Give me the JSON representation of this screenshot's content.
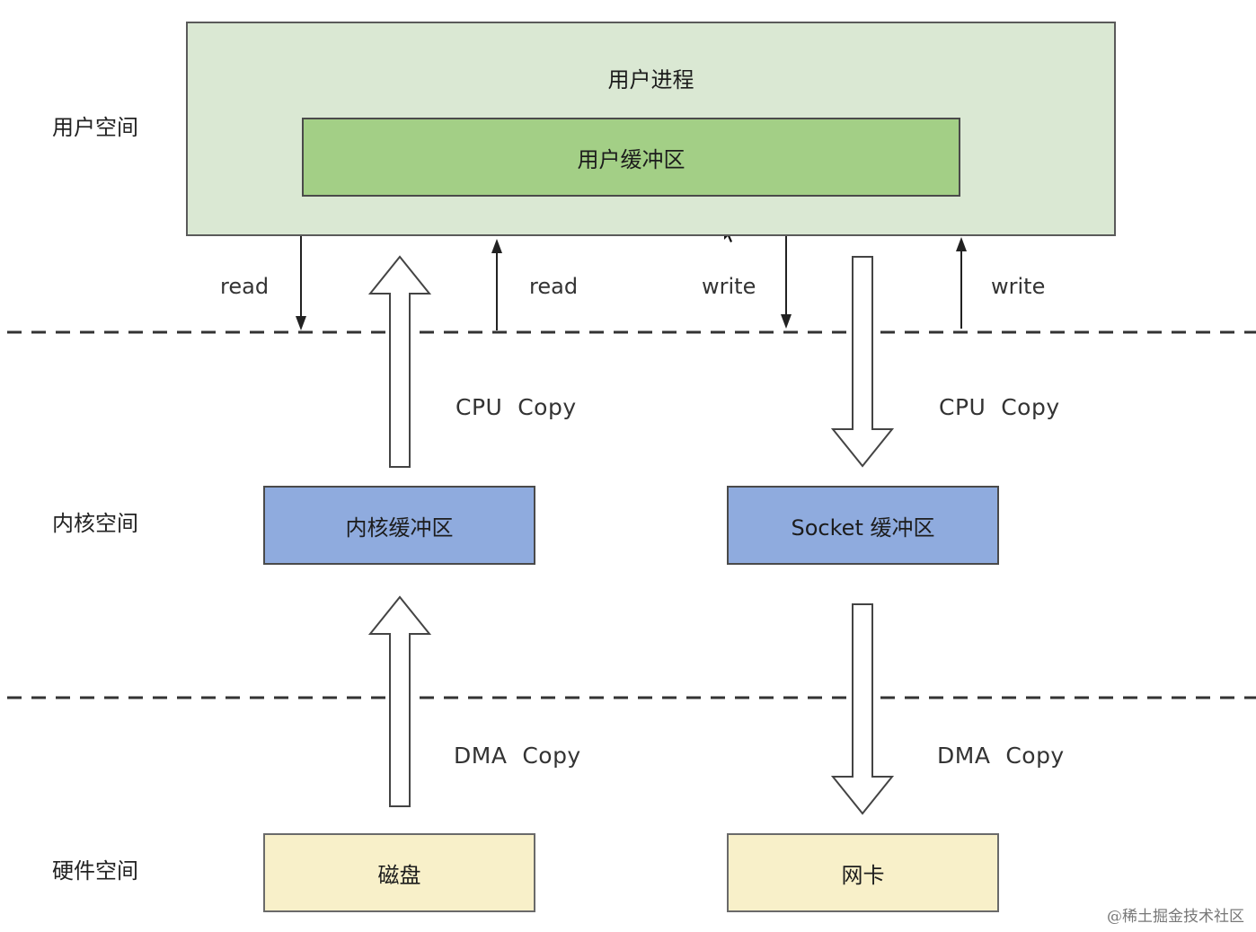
{
  "zones": {
    "user_space": "用户空间",
    "kernel_space": "内核空间",
    "hardware_space": "硬件空间"
  },
  "boxes": {
    "user_process": "用户进程",
    "user_buffer": "用户缓冲区",
    "kernel_buffer": "内核缓冲区",
    "socket_buffer": "Socket 缓冲区",
    "disk": "磁盘",
    "nic": "网卡"
  },
  "syscalls": {
    "read_call": "read",
    "read_return": "read",
    "write_call": "write",
    "write_return": "write"
  },
  "copies": {
    "cpu_copy_in": "CPU  Copy",
    "cpu_copy_out": "CPU  Copy",
    "dma_copy_in": "DMA  Copy",
    "dma_copy_out": "DMA  Copy"
  },
  "credit": "@稀土掘金技术社区",
  "colors": {
    "user_process_fill": "#dae8d3",
    "user_buffer_fill": "#a3cf86",
    "kernel_buffer_fill": "#8fabde",
    "hardware_fill": "#f8f0c9"
  }
}
